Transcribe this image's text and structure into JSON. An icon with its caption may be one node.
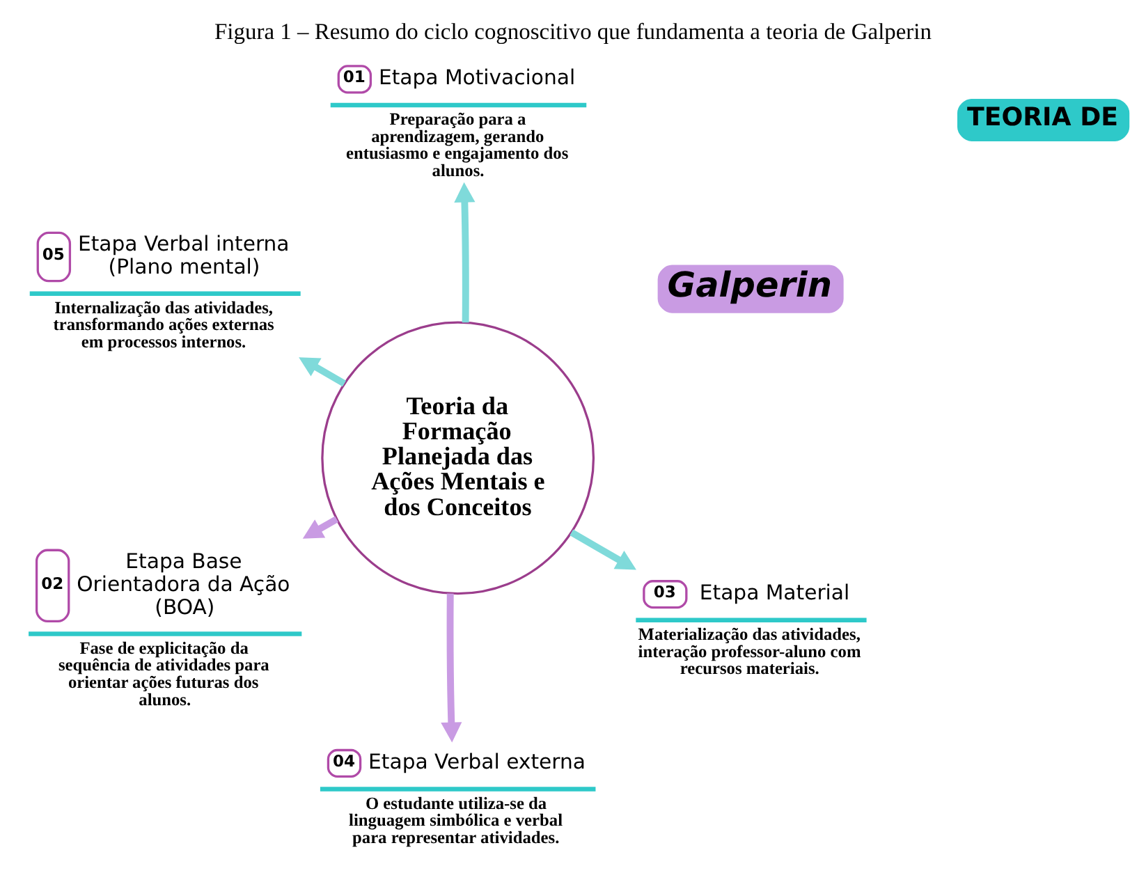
{
  "diagram": {
    "caption": "Figura 1 – Resumo do ciclo cognoscitivo que fundamenta a teoria de Galperin",
    "nodes": [
      {
        "text": [
          "TEORIA DE"
        ]
      },
      {
        "text": [
          "Galperin"
        ]
      },
      {
        "text": [
          "Teoria da Formação Planejada das Ações Mentais e dos Conceitos"
        ]
      },
      {
        "text": [
          "01",
          "Etapa Motivacional",
          "Preparação para a aprendizagem, gerando entusiasmo e engajamento dos alunos."
        ]
      },
      {
        "text": [
          "05",
          "Etapa Verbal interna (Plano mental)",
          "Internalização das atividades, transformando ações externas em processos internos."
        ]
      },
      {
        "text": [
          "02",
          "Etapa Base Orientadora da Ação (BOA)",
          "Fase de explicitação da sequência de atividades para orientar ações futuras dos alunos."
        ]
      },
      {
        "text": [
          "04",
          "Etapa Verbal externa",
          "O estudante utiliza-se da linguagem simbólica e verbal para representar atividades."
        ]
      },
      {
        "text": [
          "03",
          "Etapa Material",
          "Materialização das atividades, interação professor-aluno com recursos materiais."
        ]
      }
    ],
    "edges": [
      {
        "from": 2,
        "to": 3,
        "arrow": "to"
      },
      {
        "from": 2,
        "to": 4,
        "arrow": "to"
      },
      {
        "from": 2,
        "to": 5,
        "arrow": "to",
        "color": "#c99be3"
      },
      {
        "from": 2,
        "to": 6,
        "arrow": "to",
        "color": "#c99be3"
      },
      {
        "from": 2,
        "to": 7,
        "arrow": "to"
      }
    ]
  }
}
